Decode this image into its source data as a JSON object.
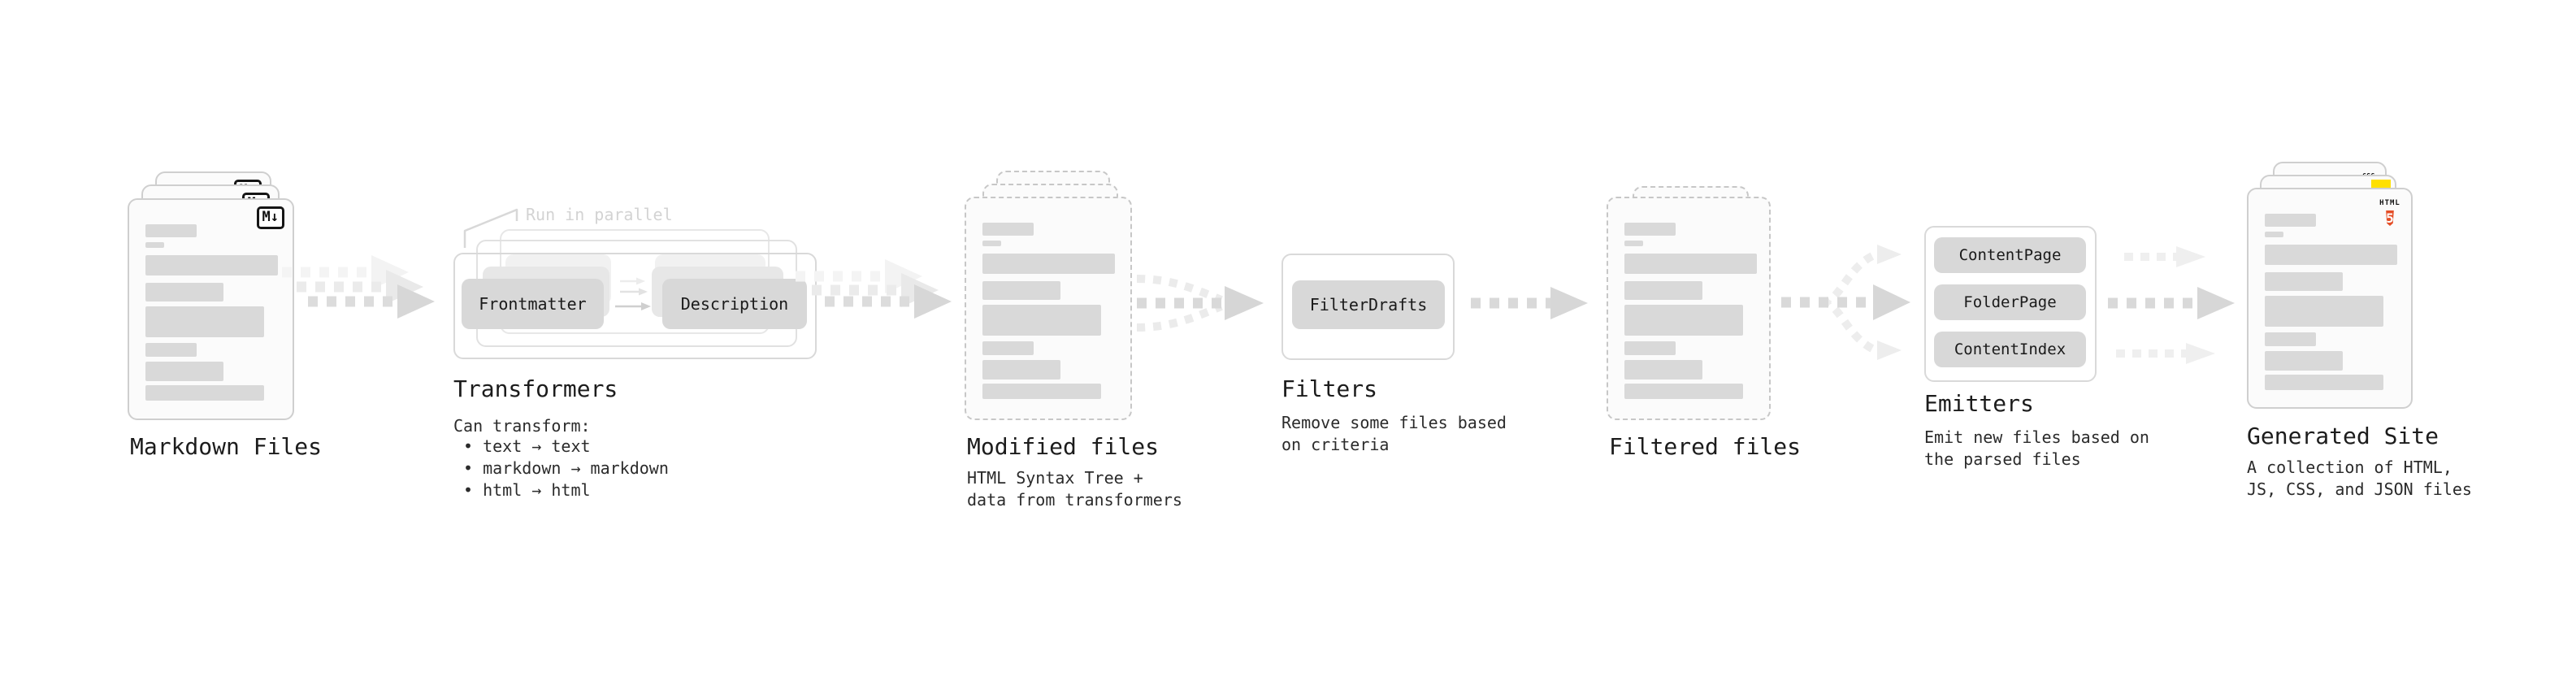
{
  "diagram": {
    "background": "#ffffff",
    "stages": [
      {
        "id": "markdown-files",
        "title": "Markdown Files",
        "badge": "M↓"
      },
      {
        "id": "transformers",
        "title": "Transformers",
        "annotation": "Run in parallel",
        "transformer_boxes": [
          "Frontmatter",
          "Description"
        ],
        "description_heading": "Can transform:",
        "bullets": [
          "• text → text",
          "• markdown → markdown",
          "• html → html"
        ]
      },
      {
        "id": "modified-files",
        "title": "Modified files",
        "description": [
          "HTML Syntax Tree +",
          "data from transformers"
        ]
      },
      {
        "id": "filters",
        "title": "Filters",
        "filter_boxes": [
          "FilterDrafts"
        ],
        "description": [
          "Remove some files based",
          "on criteria"
        ]
      },
      {
        "id": "filtered-files",
        "title": "Filtered files"
      },
      {
        "id": "emitters",
        "title": "Emitters",
        "emitter_boxes": [
          "ContentPage",
          "FolderPage",
          "ContentIndex"
        ],
        "description": [
          "Emit new files based on",
          "the parsed files"
        ]
      },
      {
        "id": "generated-site",
        "title": "Generated Site",
        "description": [
          "A collection of HTML,",
          "JS, CSS, and JSON files"
        ],
        "file_badges": {
          "css": "CSS",
          "html_label": "HTML",
          "html_number": "5"
        }
      }
    ],
    "colors": {
      "html5_orange": "#e44d26",
      "js_yellow": "#ffe000",
      "css_blue": "#2b5cf0"
    }
  }
}
